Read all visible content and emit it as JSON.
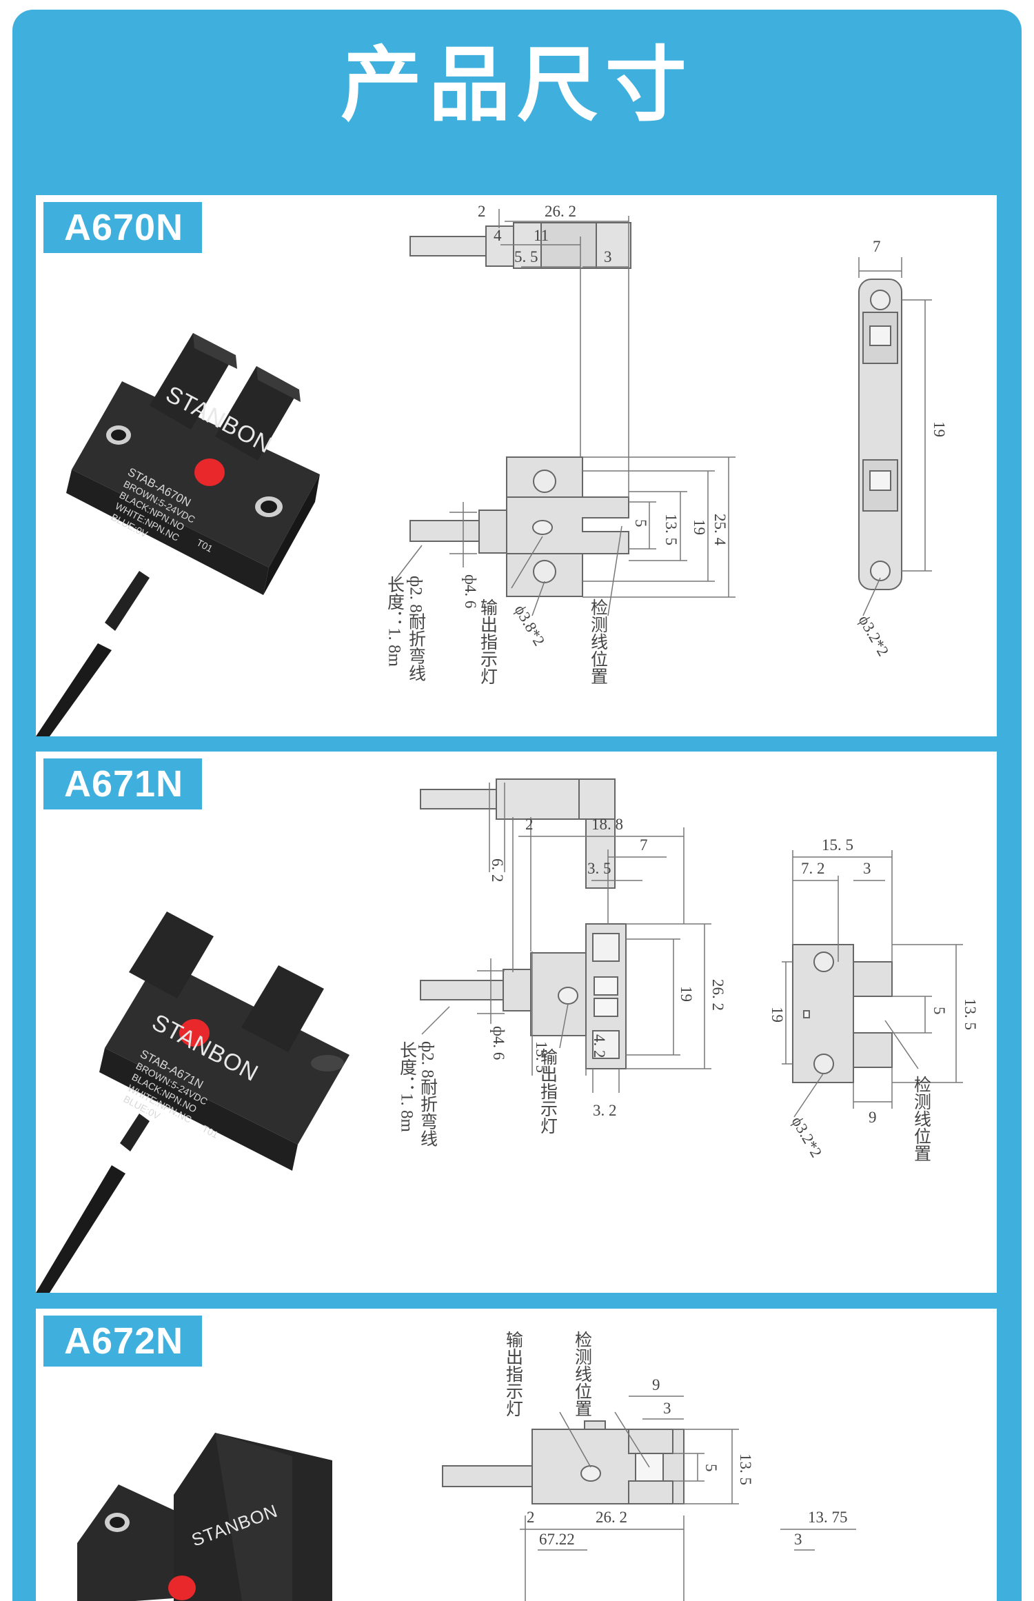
{
  "page_title": "产品尺寸",
  "models": [
    {
      "name": "A670N",
      "product_label": {
        "brand": "STANBON",
        "model": "STAB-A670N",
        "lines": [
          "BROWN:5-24VDC",
          "BLACK:NPN.NO",
          "WHITE:NPN.NC",
          "BLUE:0V"
        ],
        "code": "T01"
      },
      "dims": {
        "d_2": "2",
        "d_26_2": "26. 2",
        "d_4": "4",
        "d_11": "11",
        "d_5_5": "5. 5",
        "d_3": "3",
        "d_5": "5",
        "d_13_5": "13. 5",
        "d_19": "19",
        "d_25_4": "25. 4",
        "d_7": "7",
        "d_19_side": "19",
        "d_4_6": "ф4. 6",
        "hole_front": "ϕ3.8*2",
        "hole_side": "ϕ3.2*2"
      },
      "notes": {
        "cable": "ф2. 8耐折弯线",
        "length": "长度：1. 8m",
        "indicator": "输出指示灯",
        "detect": "检测线位置"
      }
    },
    {
      "name": "A671N",
      "product_label": {
        "brand": "STANBON",
        "model": "STAB-A671N",
        "lines": [
          "BROWN:5-24VDC",
          "BLACK:NPN.NO",
          "WHITE:NPN.NC",
          "BLUE:0V"
        ],
        "code": "T01"
      },
      "dims": {
        "d_6_2": "6. 2",
        "d_2": "2",
        "d_18_8": "18. 8",
        "d_7": "7",
        "d_3_5": "3. 5",
        "d_19": "19",
        "d_26_2": "26. 2",
        "d_4_6": "ф4. 6",
        "d_13_5": "13. 5",
        "d_4_2": "4. 2",
        "d_3_2": "3. 2",
        "d_15_5": "15. 5",
        "d_7_2": "7. 2",
        "d_3": "3",
        "d_19_side": "19",
        "d_5": "5",
        "d_13_5_side": "13. 5",
        "d_9": "9",
        "hole_side": "ϕ3.2*2"
      },
      "notes": {
        "cable": "ф2. 8耐折弯线",
        "length": "长度：1. 8m",
        "indicator": "输出指示灯",
        "detect": "检测线位置"
      }
    },
    {
      "name": "A672N",
      "product_label": {
        "brand": "STANBON"
      },
      "dims": {
        "d_9": "9",
        "d_3": "3",
        "d_5": "5",
        "d_13_5": "13. 5",
        "d_2": "2",
        "d_26_2": "26. 2",
        "d_13_75": "13. 75",
        "d_7_22": "67.22",
        "d_3_b": "3"
      },
      "notes": {
        "indicator": "输出指示灯",
        "detect": "检测线位置"
      }
    }
  ]
}
